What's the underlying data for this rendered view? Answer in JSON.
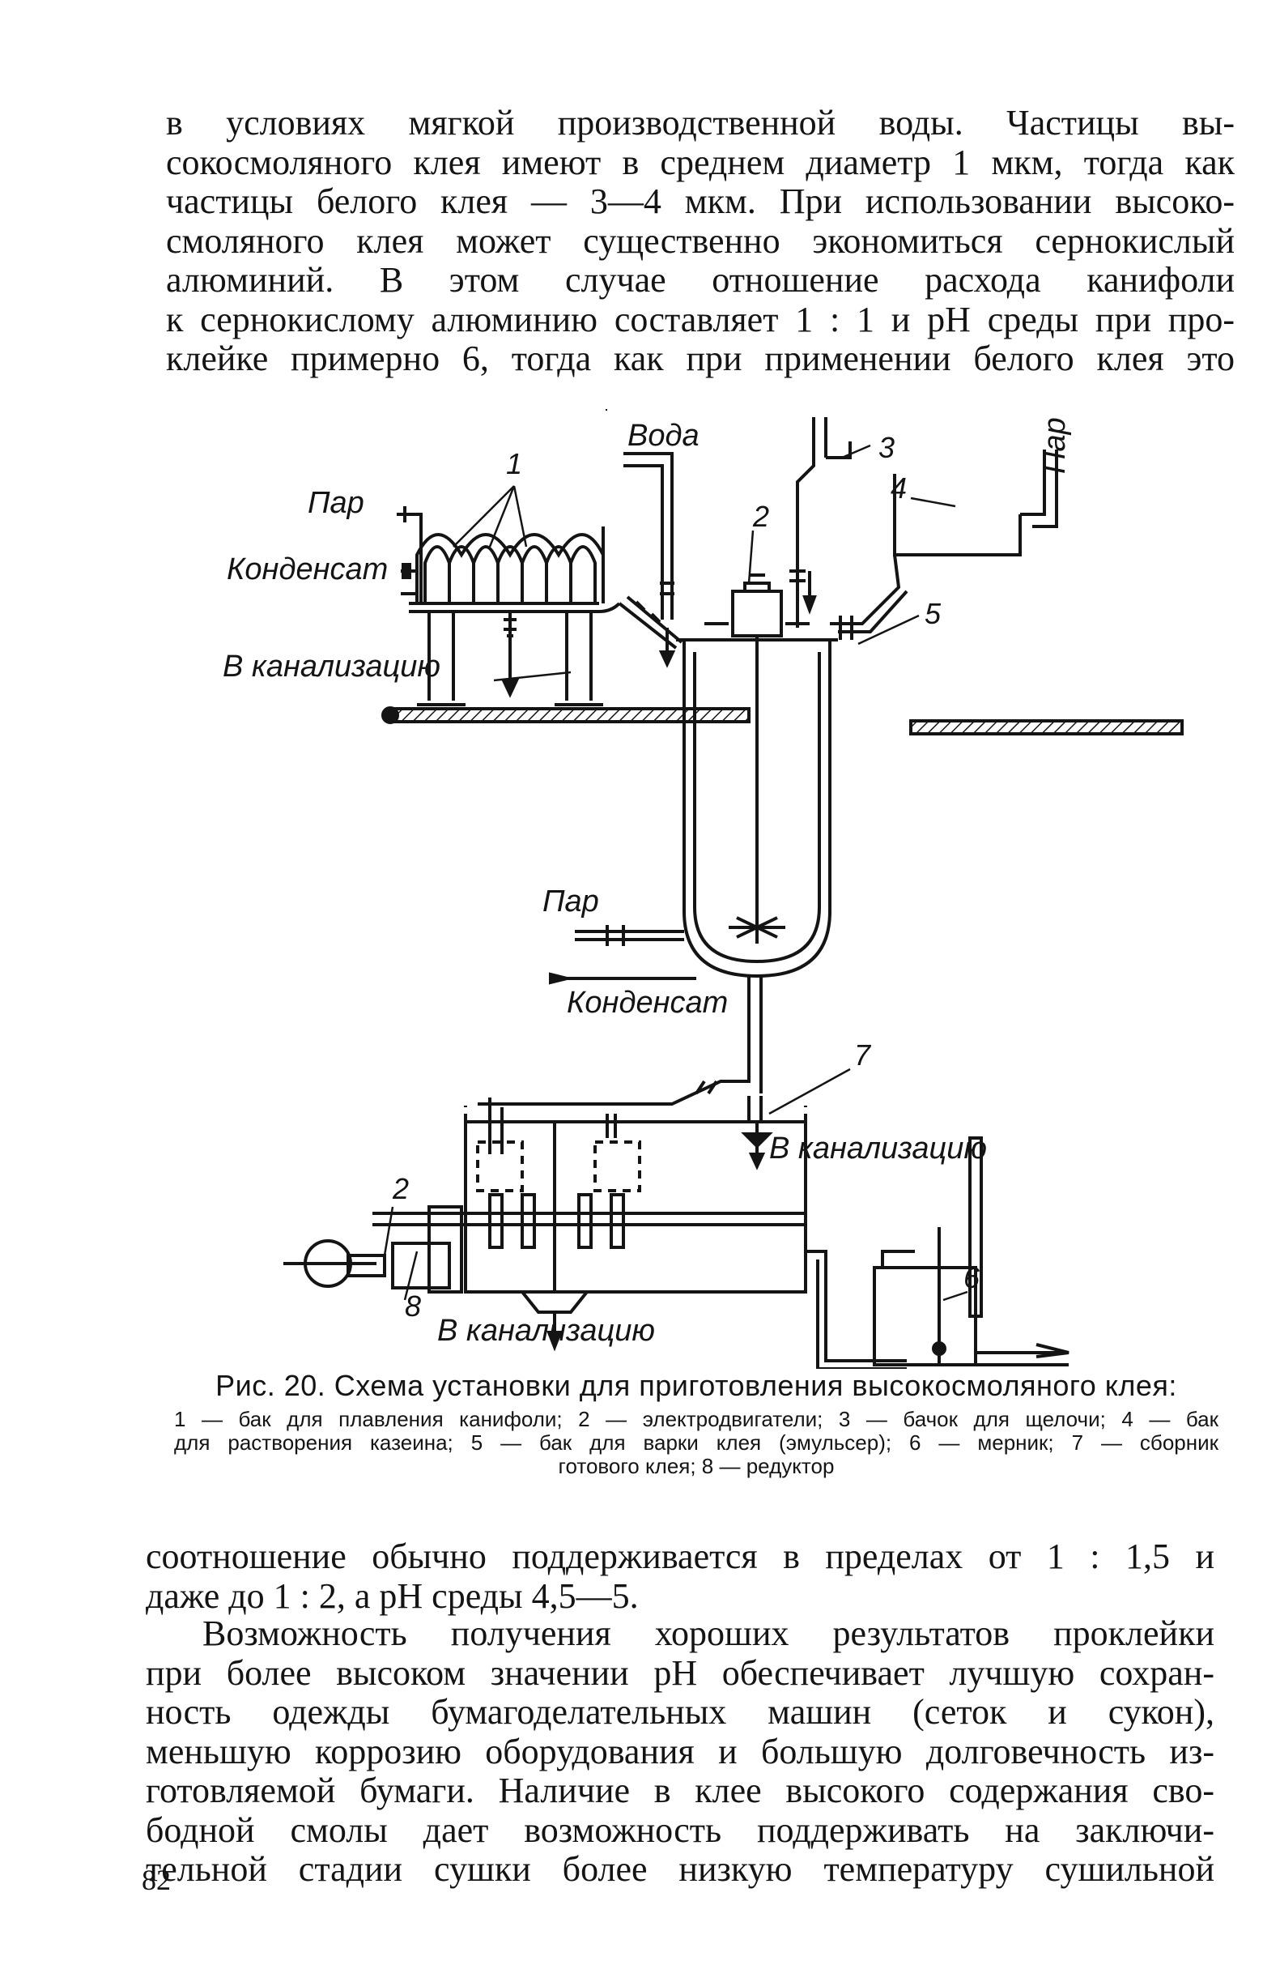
{
  "page": {
    "paragraph_top": [
      "в условиях мягкой производственной воды. Частицы вы-",
      "сокосмоляного клея имеют в среднем диаметр 1 мкм, тогда как",
      "частицы белого клея — 3—4 мкм. При использовании высоко-",
      "смоляного клея может существенно экономиться сернокислый",
      "алюминий. В этом случае отношение расхода канифоли",
      "к сернокислому алюминию составляет 1 : 1 и pH среды при про-",
      "клейке примерно 6, тогда как при применении белого клея это"
    ],
    "paragraph_bottom1": [
      "соотношение обычно поддерживается в пределах от 1 : 1,5 и",
      "даже до 1 : 2, а pH среды 4,5—5."
    ],
    "paragraph_bottom2": [
      "Возможность получения хороших результатов проклейки",
      "при более высоком значении pH обеспечивает лучшую сохран-",
      "ность одежды бумагоделательных машин (сеток и сукон),",
      "меньшую коррозию оборудования и большую долговечность из-",
      "готовляемой бумаги. Наличие в клее высокого содержания сво-",
      "бодной смолы дает возможность поддерживать на заключи-",
      "тельной стадии сушки более низкую температуру сушильной"
    ],
    "page_number": "82"
  },
  "figure": {
    "labels": {
      "voda": "Вода",
      "par_left": "Пар",
      "kondensat_left": "Конденсат",
      "v_kanalizaciyu_1": "В канализацию",
      "par_right": "Пар",
      "par_middle": "Пар",
      "kondensat_middle": "Конденсат",
      "v_kanalizaciyu_2": "В канализацию",
      "v_kanalizaciyu_3": "В канализацию"
    },
    "numbers": {
      "n1": "1",
      "n2_top": "2",
      "n3": "3",
      "n4": "4",
      "n5": "5",
      "n7": "7",
      "n2_bottom": "2",
      "n8": "8",
      "n6": "6"
    }
  },
  "caption": {
    "title": "Рис. 20. Схема установки для приготовления высокосмоляного клея:",
    "legend_line1": "1 — бак для плавления канифоли; 2 — электродвигатели; 3 — бачок для щелочи; 4 — бак",
    "legend_line2": "для растворения казеина; 5 — бак для варки клея (эмульсер); 6 — мерник; 7 — сборник",
    "legend_line3": "готового клея; 8 — редуктор"
  }
}
